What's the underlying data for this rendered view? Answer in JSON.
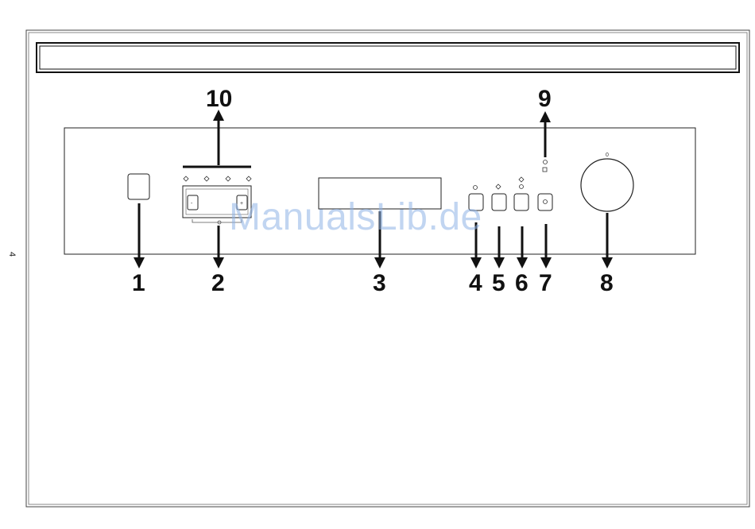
{
  "page_number": "4",
  "watermark": "ManualsLib.de",
  "callouts": {
    "c1": "1",
    "c2": "2",
    "c3": "3",
    "c4": "4",
    "c5": "5",
    "c6": "6",
    "c7": "7",
    "c8": "8",
    "c9": "9",
    "c10": "10"
  },
  "panel": {
    "minus_symbol": "-",
    "plus_symbol": "+",
    "dial_marker": "0"
  }
}
